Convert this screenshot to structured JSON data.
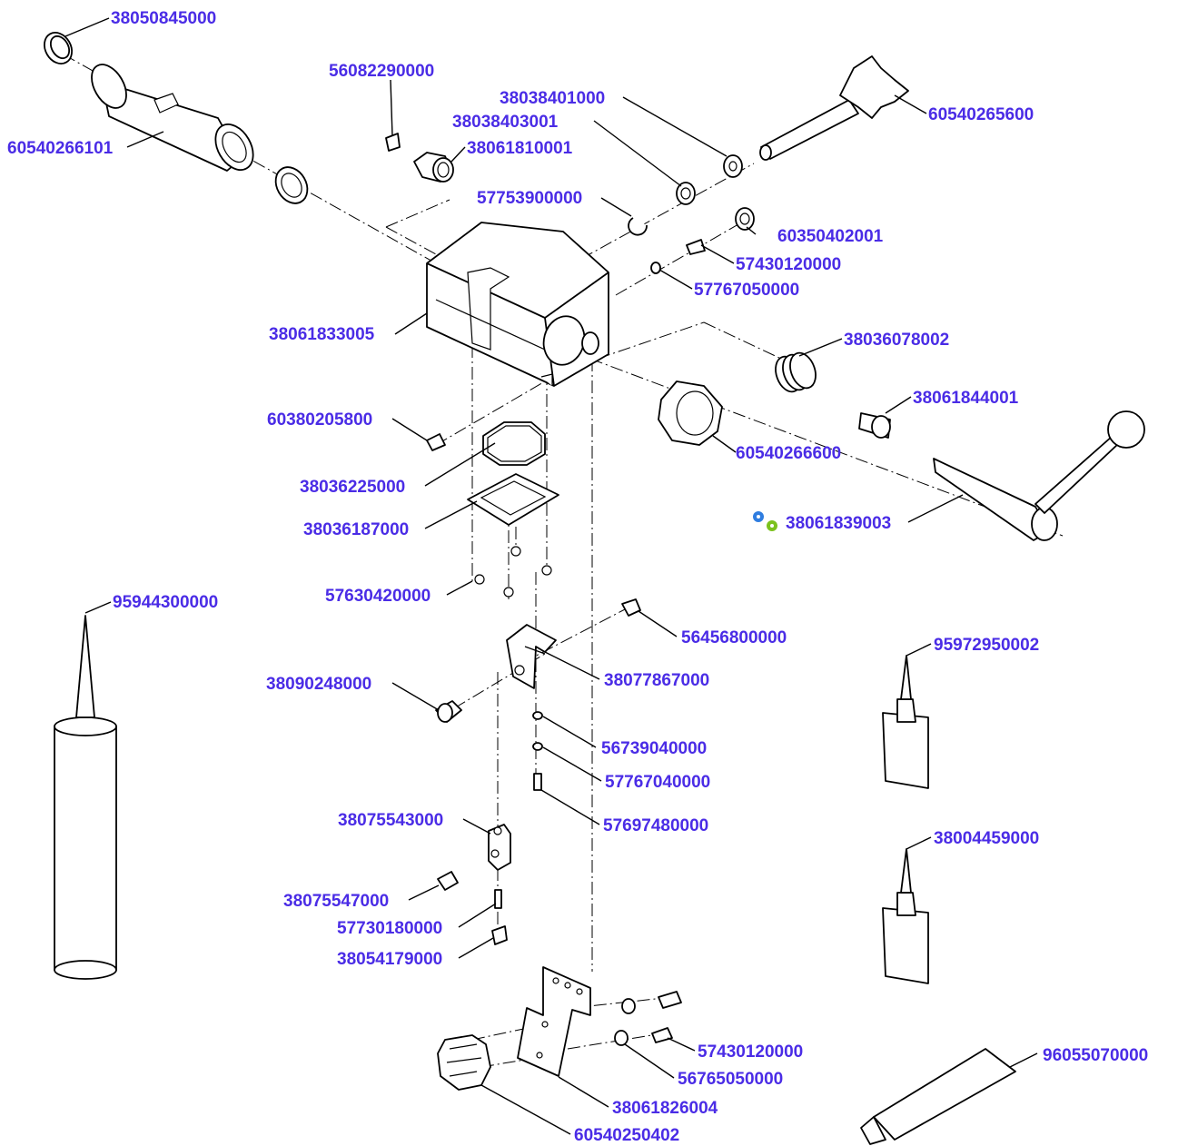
{
  "colors": {
    "label": "#4a2ce6",
    "line": "#000000",
    "gear_blue": "#2f7de0",
    "gear_green": "#7cc21d"
  },
  "parts": {
    "p38050845000": "38050845000",
    "p60540266101": "60540266101",
    "p56082290000": "56082290000",
    "p38038401000": "38038401000",
    "p38038403001": "38038403001",
    "p38061810001": "38061810001",
    "p60540265600": "60540265600",
    "p57753900000": "57753900000",
    "p60350402001": "60350402001",
    "p57430120000_top": "57430120000",
    "p57767050000": "57767050000",
    "p38061833005": "38061833005",
    "p38036078002": "38036078002",
    "p38061844001": "38061844001",
    "p60380205800": "60380205800",
    "p60540266600": "60540266600",
    "p38036225000": "38036225000",
    "p38036187000": "38036187000",
    "p38061839003": "38061839003",
    "p57630420000": "57630420000",
    "p95944300000": "95944300000",
    "p56456800000": "56456800000",
    "p38090248000": "38090248000",
    "p38077867000": "38077867000",
    "p95972950002": "95972950002",
    "p56739040000": "56739040000",
    "p57767040000": "57767040000",
    "p57697480000": "57697480000",
    "p38075543000": "38075543000",
    "p38004459000": "38004459000",
    "p38075547000": "38075547000",
    "p57730180000": "57730180000",
    "p38054179000": "38054179000",
    "p57430120000_bottom": "57430120000",
    "p56765050000": "56765050000",
    "p96055070000": "96055070000",
    "p38061826004": "38061826004",
    "p60540250402": "60540250402"
  },
  "icons": {
    "assembly": "gears-icon"
  }
}
